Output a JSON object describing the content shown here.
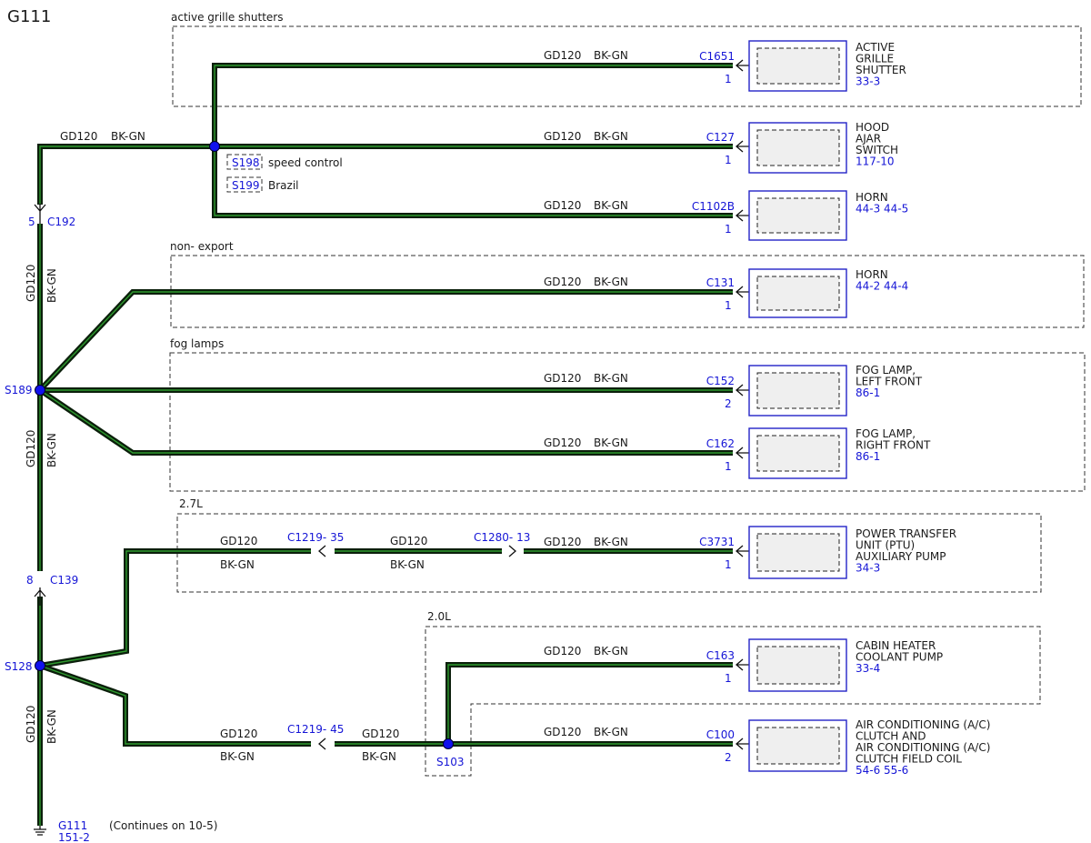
{
  "title": "G111",
  "wire": {
    "circuit": "GD120",
    "color": "BK-GN"
  },
  "groups": {
    "active_grille": "active grille shutters",
    "non_export": "non- export",
    "fog": "fog lamps",
    "l27": "2.7L",
    "l20": "2.0L"
  },
  "left": {
    "c192_pin": "5",
    "c192": "C192",
    "s189": "S189",
    "c139_pin": "8",
    "c139": "C139",
    "s128": "S128",
    "g111": "G111",
    "g111_ref": "151-2",
    "continues": "(Continues on 10-5)"
  },
  "splice_notes": [
    {
      "id": "S198",
      "label": "speed control"
    },
    {
      "id": "S199",
      "label": "Brazil"
    }
  ],
  "inline": {
    "c1219_35": "C1219- 35",
    "c1280_13": "C1280- 13",
    "c1219_45": "C1219- 45",
    "s103": "S103"
  },
  "components": [
    {
      "connector": "C1651",
      "pin": "1",
      "lines": [
        "ACTIVE",
        "GRILLE",
        "SHUTTER"
      ],
      "refs": "33-3"
    },
    {
      "connector": "C127",
      "pin": "1",
      "lines": [
        "HOOD",
        "AJAR",
        "SWITCH"
      ],
      "refs": "117-10"
    },
    {
      "connector": "C1102B",
      "pin": "1",
      "lines": [
        "HORN"
      ],
      "refs": "44-3  44-5"
    },
    {
      "connector": "C131",
      "pin": "1",
      "lines": [
        "HORN"
      ],
      "refs": "44-2  44-4"
    },
    {
      "connector": "C152",
      "pin": "2",
      "lines": [
        "FOG LAMP,",
        "LEFT FRONT"
      ],
      "refs": "86-1"
    },
    {
      "connector": "C162",
      "pin": "1",
      "lines": [
        "FOG LAMP,",
        "RIGHT FRONT"
      ],
      "refs": "86-1"
    },
    {
      "connector": "C3731",
      "pin": "1",
      "lines": [
        "POWER TRANSFER",
        "UNIT (PTU)",
        "AUXILIARY PUMP"
      ],
      "refs": "34-3"
    },
    {
      "connector": "C163",
      "pin": "1",
      "lines": [
        "CABIN HEATER",
        "COOLANT PUMP"
      ],
      "refs": "33-4"
    },
    {
      "connector": "C100",
      "pin": "2",
      "lines": [
        "AIR CONDITIONING (A/C)",
        "CLUTCH AND",
        "AIR CONDITIONING (A/C)",
        "CLUTCH FIELD COIL"
      ],
      "refs": "54-6  55-6"
    }
  ]
}
